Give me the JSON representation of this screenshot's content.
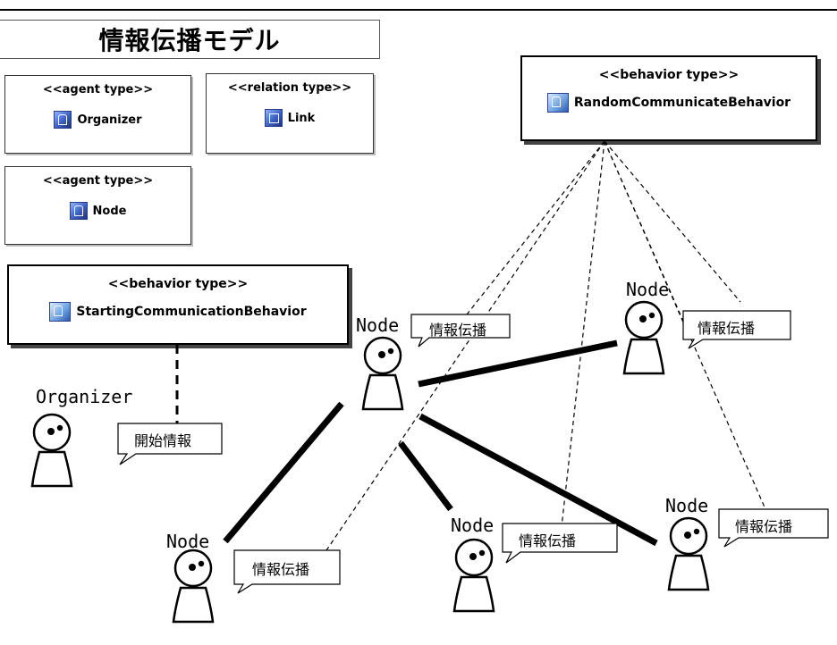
{
  "title": "情報伝播モデル",
  "cards": {
    "organizer_type": {
      "stereotype": "<<agent type>>",
      "name": "Organizer"
    },
    "link_type": {
      "stereotype": "<<relation type>>",
      "name": "Link"
    },
    "node_type": {
      "stereotype": "<<agent type>>",
      "name": "Node"
    },
    "random_behavior": {
      "stereotype": "<<behavior type>>",
      "name": "RandomCommunicateBehavior"
    },
    "starting_behavior": {
      "stereotype": "<<behavior type>>",
      "name": "StartingCommunicationBehavior"
    }
  },
  "agents": {
    "organizer": "Organizer",
    "node_center": "Node",
    "node_right": "Node",
    "node_bottom_left": "Node",
    "node_bottom_mid": "Node",
    "node_bottom_right": "Node"
  },
  "callouts": {
    "start": "開始情報",
    "center": "情報伝播",
    "right": "情報伝播",
    "bottom_left": "情報伝播",
    "bottom_mid": "情報伝播",
    "bottom_right": "情報伝播"
  }
}
